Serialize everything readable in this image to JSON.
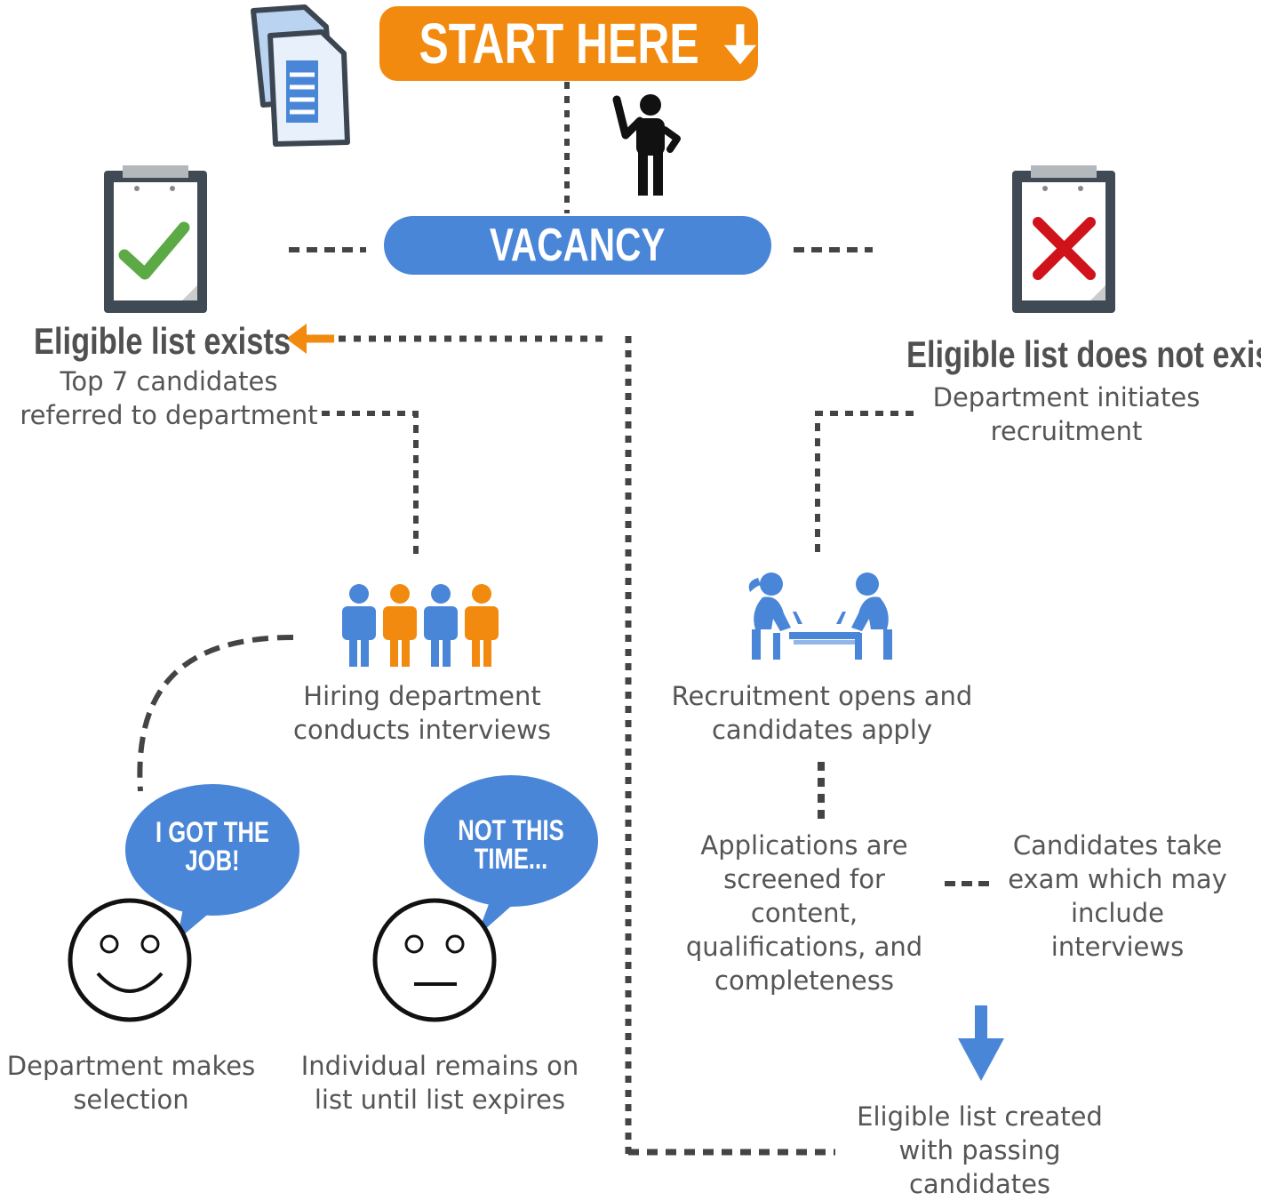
{
  "start_button": {
    "label": "START HERE",
    "color": "#F28A0F"
  },
  "vacancy": {
    "label": "VACANCY",
    "color": "#4A86D8"
  },
  "left_branch": {
    "heading": "Eligible list exists",
    "description": "Top 7 candidates\nreferred to department",
    "interview_step": "Hiring department\nconducts interviews",
    "outcomes": {
      "selected": {
        "bubble": "I GOT THE\nJOB!",
        "caption": "Department makes\nselection"
      },
      "not_selected": {
        "bubble": "NOT THIS\nTIME...",
        "caption": "Individual remains on\nlist until list expires"
      }
    }
  },
  "right_branch": {
    "heading": "Eligible list does not exist",
    "description": "Department initiates\nrecruitment",
    "apply_step": "Recruitment opens and\ncandidates apply",
    "screen_step": "Applications are\nscreened for\ncontent,\nqualifications, and\ncompleteness",
    "exam_step": "Candidates take\nexam which may\ninclude\ninterviews",
    "result_step": "Eligible list created\nwith passing\ncandidates"
  },
  "colors": {
    "accent_orange": "#F28A0F",
    "accent_blue": "#4A86D8",
    "check_green": "#5BAA46",
    "cross_red": "#D0121B",
    "connector": "#444444"
  },
  "icons": [
    "documents-icon",
    "waving-person-icon",
    "clipboard-check-icon",
    "clipboard-cross-icon",
    "people-group-icon",
    "meeting-icon",
    "smiley-face-icon",
    "neutral-face-icon",
    "speech-bubble-icon",
    "arrow-down-icon",
    "arrow-left-icon"
  ]
}
